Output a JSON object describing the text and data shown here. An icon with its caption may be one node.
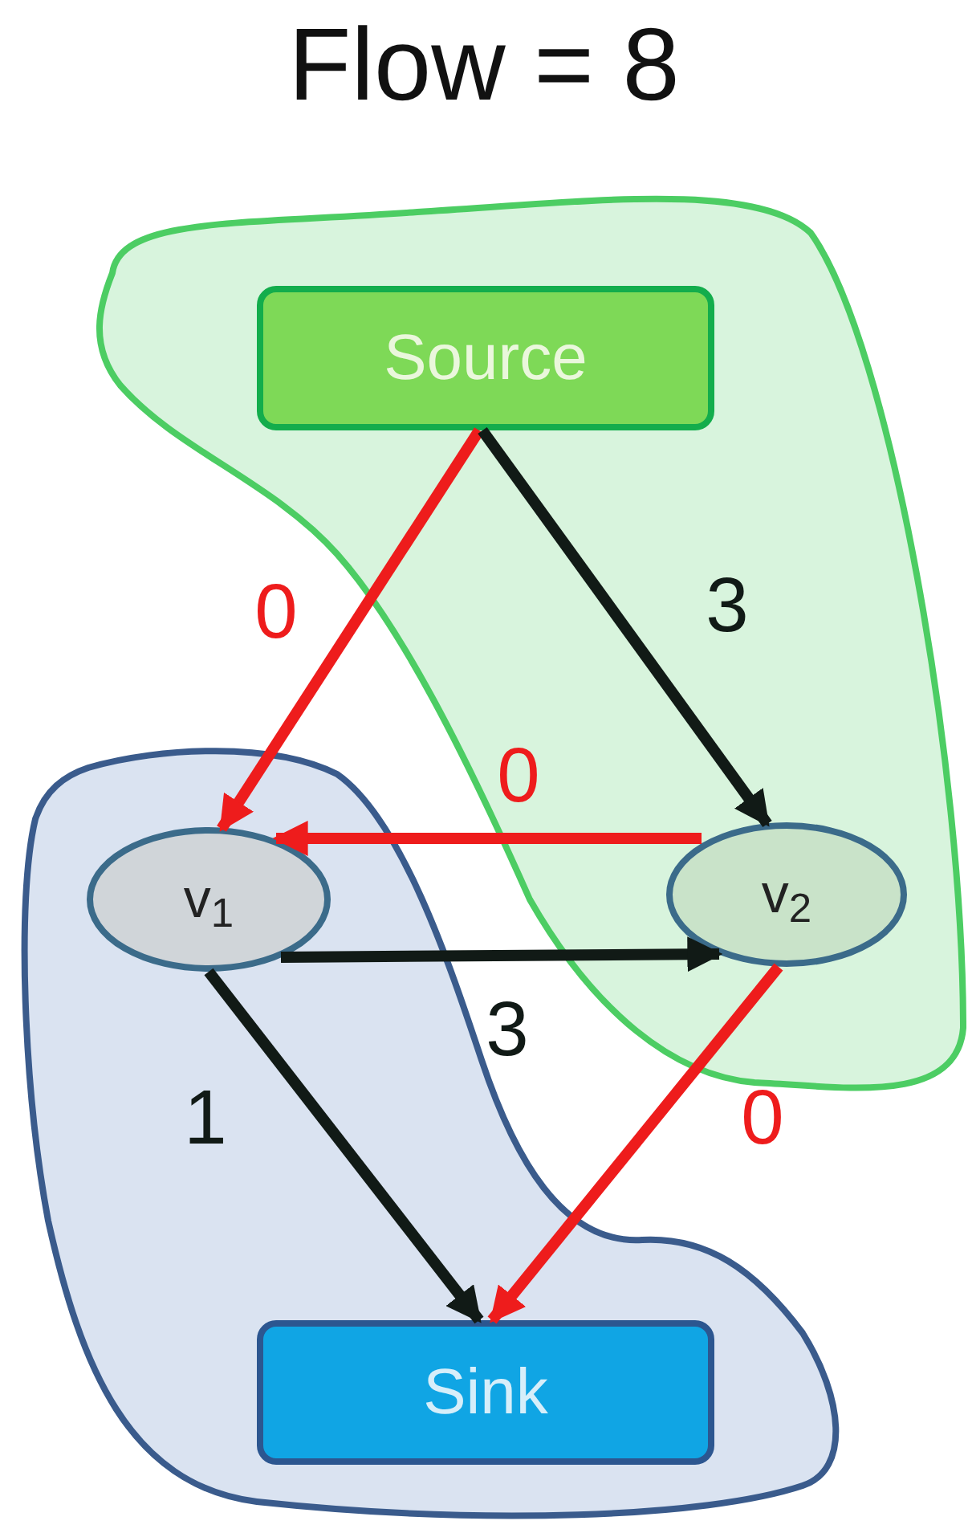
{
  "diagram": {
    "title": "Flow = 8",
    "nodes": [
      {
        "text": [],
        "shape": "blob"
      },
      {
        "text": [
          "Source"
        ],
        "in": 0
      },
      {
        "text": [],
        "shape": "blob"
      },
      {
        "text": [
          "v$_{1}$"
        ],
        "in": 2
      },
      {
        "text": [
          "v$_{2}$"
        ],
        "in": 0
      },
      {
        "text": [
          "Sink"
        ],
        "in": 2
      }
    ],
    "edges": [
      {
        "from": 1,
        "to": 3,
        "arrow": "to",
        "label": "0",
        "color": "#ee1c1c"
      },
      {
        "from": 1,
        "to": 4,
        "arrow": "to",
        "label": "3",
        "color": "#111a16"
      },
      {
        "from": 4,
        "to": 3,
        "arrow": "to",
        "label": "0",
        "color": "#ee1c1c"
      },
      {
        "from": 3,
        "to": 4,
        "arrow": "to",
        "label": "3",
        "color": "#111a16"
      },
      {
        "from": 3,
        "to": 5,
        "arrow": "to",
        "label": "1",
        "color": "#111a16"
      },
      {
        "from": 4,
        "to": 5,
        "arrow": "to",
        "label": "0",
        "color": "#ee1c1c"
      }
    ]
  }
}
